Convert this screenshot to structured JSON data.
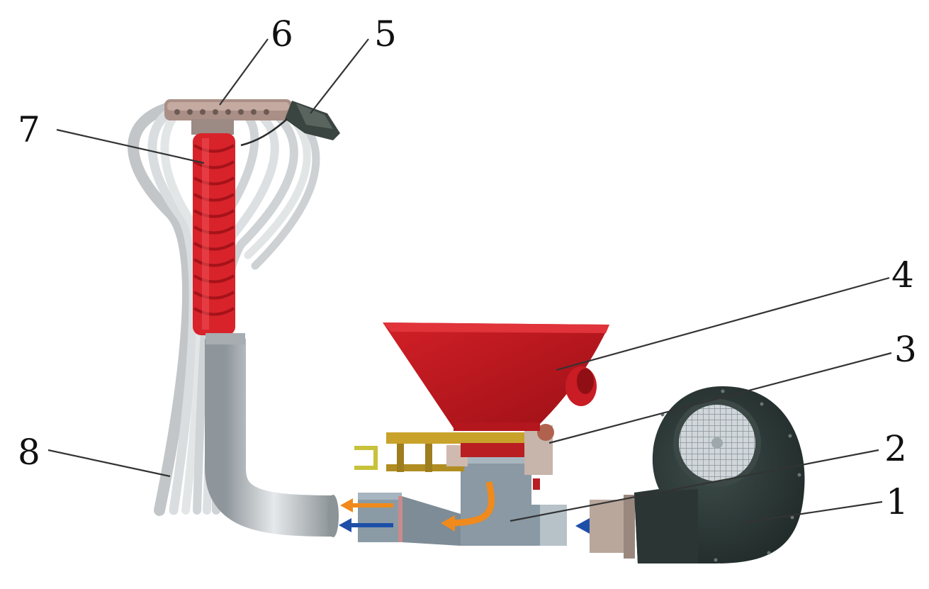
{
  "callouts": [
    {
      "id": "1",
      "label": "1"
    },
    {
      "id": "2",
      "label": "2"
    },
    {
      "id": "3",
      "label": "3"
    },
    {
      "id": "4",
      "label": "4"
    },
    {
      "id": "5",
      "label": "5"
    },
    {
      "id": "6",
      "label": "6"
    },
    {
      "id": "7",
      "label": "7"
    },
    {
      "id": "8",
      "label": "8"
    }
  ],
  "colors": {
    "hopper": "#b5141c",
    "bellows": "#d8232a",
    "fan_body": "#2e3b39",
    "pipe": "#b9bec2",
    "tube": "#d7dadb",
    "manifold": "#8b9ba6",
    "frame": "#c8a22a",
    "arrow_orange": "#f08a1c",
    "arrow_blue": "#1e4fa8"
  }
}
